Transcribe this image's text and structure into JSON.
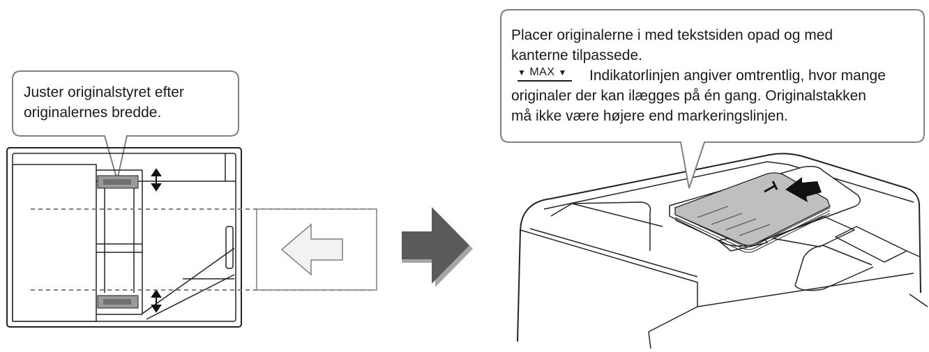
{
  "left_callout": {
    "text": "Juster originalstyret efter\noriginalernes bredde."
  },
  "right_callout": {
    "line1": "Placer originalerne i med tekstsiden opad og med",
    "line2": "kanterne tilpassede.",
    "max_label": "MAX",
    "line3": "Indikatorlinjen angiver omtrentlig, hvor mange",
    "line4": "originaler der kan ilægges på én gang. Originalstakken",
    "line5": "må ikke være højere end markeringslinjen."
  },
  "icons": [
    "left-arrow-icon",
    "right-arrow-icon",
    "insert-arrow-icon",
    "double-arrow-icon"
  ],
  "colors": {
    "outline": "#7f7f7f",
    "arrow": "#555555",
    "paper": "#bfbfbf"
  }
}
